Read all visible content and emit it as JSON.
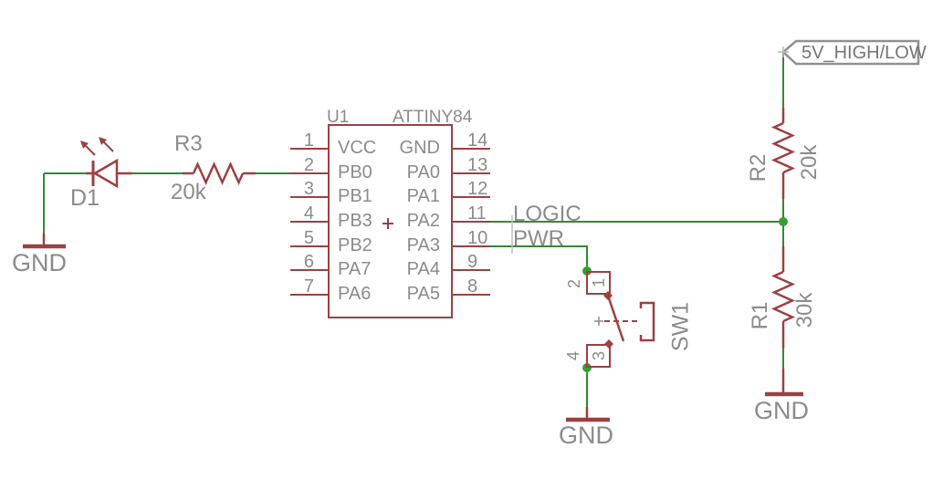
{
  "ic": {
    "designator": "U1",
    "part_name": "ATTINY84",
    "polarity_mark": "+",
    "left_pins": [
      {
        "number": "1",
        "name": "VCC"
      },
      {
        "number": "2",
        "name": "PB0"
      },
      {
        "number": "3",
        "name": "PB1"
      },
      {
        "number": "4",
        "name": "PB3"
      },
      {
        "number": "5",
        "name": "PB2"
      },
      {
        "number": "6",
        "name": "PA7"
      },
      {
        "number": "7",
        "name": "PA6"
      }
    ],
    "right_pins": [
      {
        "number": "14",
        "name": "GND"
      },
      {
        "number": "13",
        "name": "PA0"
      },
      {
        "number": "12",
        "name": "PA1"
      },
      {
        "number": "11",
        "name": "PA2"
      },
      {
        "number": "10",
        "name": "PA3"
      },
      {
        "number": "9",
        "name": "PA4"
      },
      {
        "number": "8",
        "name": "PA5"
      }
    ]
  },
  "led": {
    "designator": "D1"
  },
  "resistors": {
    "r3": {
      "designator": "R3",
      "value": "20k"
    },
    "r2": {
      "designator": "R2",
      "value": "20k"
    },
    "r1": {
      "designator": "R1",
      "value": "30k"
    }
  },
  "switch": {
    "designator": "SW1",
    "pin_numbers": [
      "1",
      "2",
      "3",
      "4"
    ]
  },
  "net_labels": {
    "logic": "LOGIC",
    "pwr": "PWR"
  },
  "supply_flag": {
    "label": "5V_HIGH/LOW"
  },
  "ground_labels": {
    "left": "GND",
    "middle": "GND",
    "right": "GND"
  },
  "colors": {
    "symbol_red": "#9d4040",
    "wire_green": "#2f8c2f",
    "junction_green": "#33a033",
    "label_gray": "#8b8b8b",
    "flag_border_gray": "#909090",
    "background": "#ffffff"
  }
}
